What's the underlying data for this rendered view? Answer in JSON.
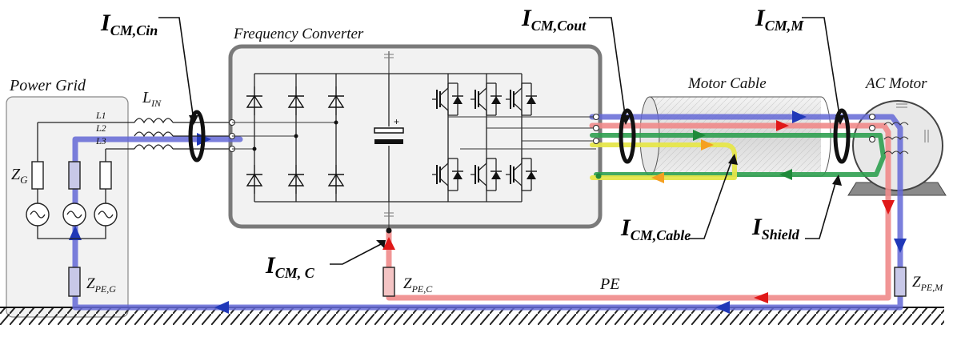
{
  "blocks": {
    "power_grid": "Power Grid",
    "frequency_converter": "Frequency Converter",
    "motor_cable": "Motor Cable",
    "ac_motor": "AC Motor",
    "pe": "PE"
  },
  "phases": [
    "L1",
    "L2",
    "L3"
  ],
  "components": {
    "lin": {
      "main": "L",
      "sub": "IN"
    },
    "zg": {
      "main": "Z",
      "sub": "G"
    },
    "zpeg": {
      "main": "Z",
      "sub": "PE,G"
    },
    "zpec": {
      "main": "Z",
      "sub": "PE,C"
    },
    "zpem": {
      "main": "Z",
      "sub": "PE,M"
    }
  },
  "currents": {
    "icm_cin": {
      "main": "I",
      "sub": "CM,Cin"
    },
    "icm_cout": {
      "main": "I",
      "sub": "CM,Cout"
    },
    "icm_m": {
      "main": "I",
      "sub": "CM,M"
    },
    "icm_c": {
      "main": "I",
      "sub": "CM, C"
    },
    "icm_cable": {
      "main": "I",
      "sub": "CM,Cable"
    },
    "ishield": {
      "main": "I",
      "sub": "Shield"
    }
  },
  "colors": {
    "blue_path": "#5a5fd0",
    "red_path": "#f08080",
    "green_path": "#2a9d4a",
    "yellow_path": "#e8e84a",
    "arrow_blue": "#2038b8",
    "arrow_red": "#e01818",
    "arrow_orange": "#f5a020",
    "converter_box": "#7a7a7a"
  }
}
